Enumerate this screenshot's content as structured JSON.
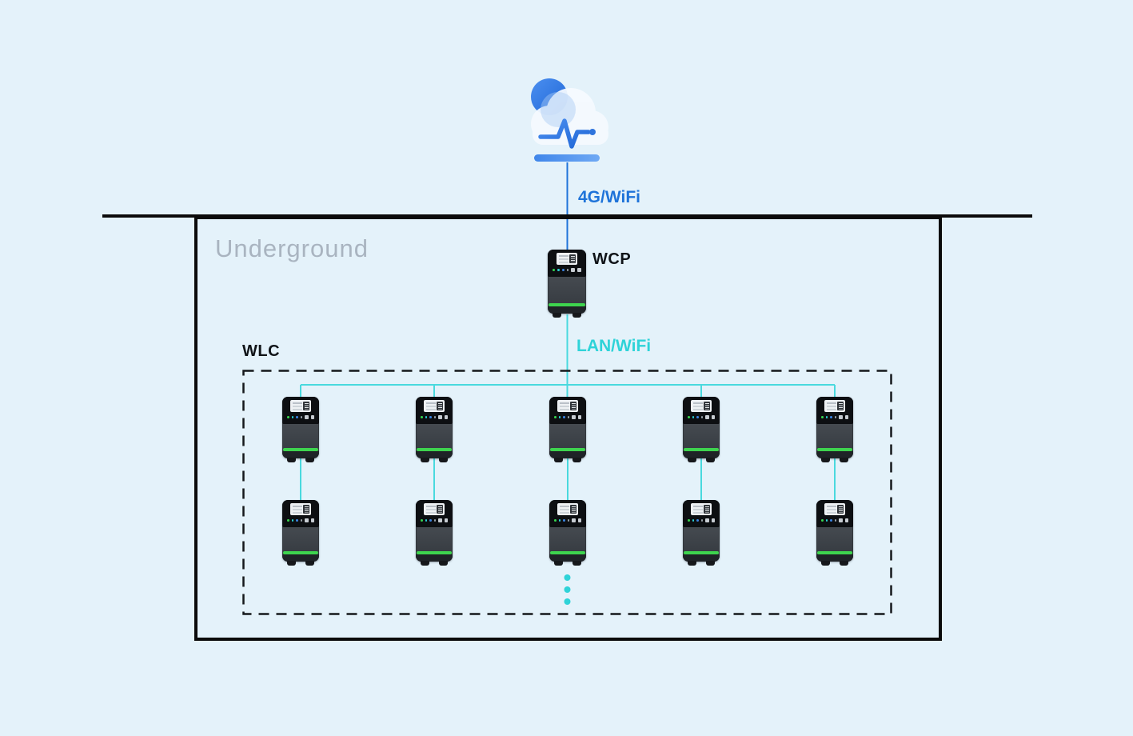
{
  "labels": {
    "link_4g": "4G/WiFi",
    "wcp": "WCP",
    "link_lan": "LAN/WiFi",
    "wlc": "WLC",
    "underground": "Underground"
  },
  "icons": {
    "cloud": "cloud-monitoring-icon",
    "wcp_device": "wcp-gateway-device-icon",
    "charger_device": "ev-charger-device-icon",
    "more_devices": "vertical-ellipsis-icon"
  },
  "wlc_group": {
    "charger_rows": 2,
    "charger_columns": 5,
    "more_indicator_dots": 3
  },
  "colors": {
    "bg": "#e4f2fa",
    "blue": "#1e73d9",
    "cyan": "#2ed3d8",
    "cyan-line": "#49d9de",
    "gray-label": "#a9b4c0",
    "line-black": "#0b0b0b",
    "device-green": "#3ed44e"
  }
}
